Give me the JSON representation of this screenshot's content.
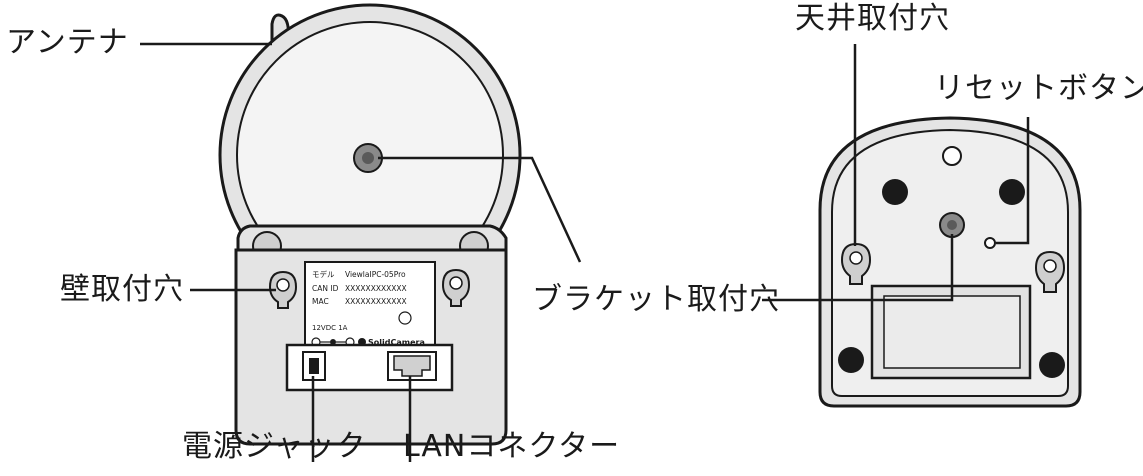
{
  "callouts": {
    "antenna": "アンテナ",
    "wall_hole": "壁取付穴",
    "power_jack": "電源ジャック",
    "lan_connector": "LANコネクター",
    "bracket_hole": "ブラケット取付穴",
    "ceiling_hole": "天井取付穴",
    "reset_button": "リセットボタン"
  },
  "label_sticker": {
    "model_caption": "モデル",
    "model_value": "ViewlaIPC-05Pro",
    "can_caption": "CAN ID",
    "can_value": "XXXXXXXXXXXX",
    "mac_caption": "MAC",
    "mac_value": "XXXXXXXXXXXX",
    "power_rating": "12VDC 1A",
    "brand": "SolidCamera"
  },
  "colors": {
    "line": "#1a1a1a",
    "body_fill": "#e4e4e4",
    "body_fill_light": "#efefef",
    "hole_fill": "#1a1a1a"
  }
}
